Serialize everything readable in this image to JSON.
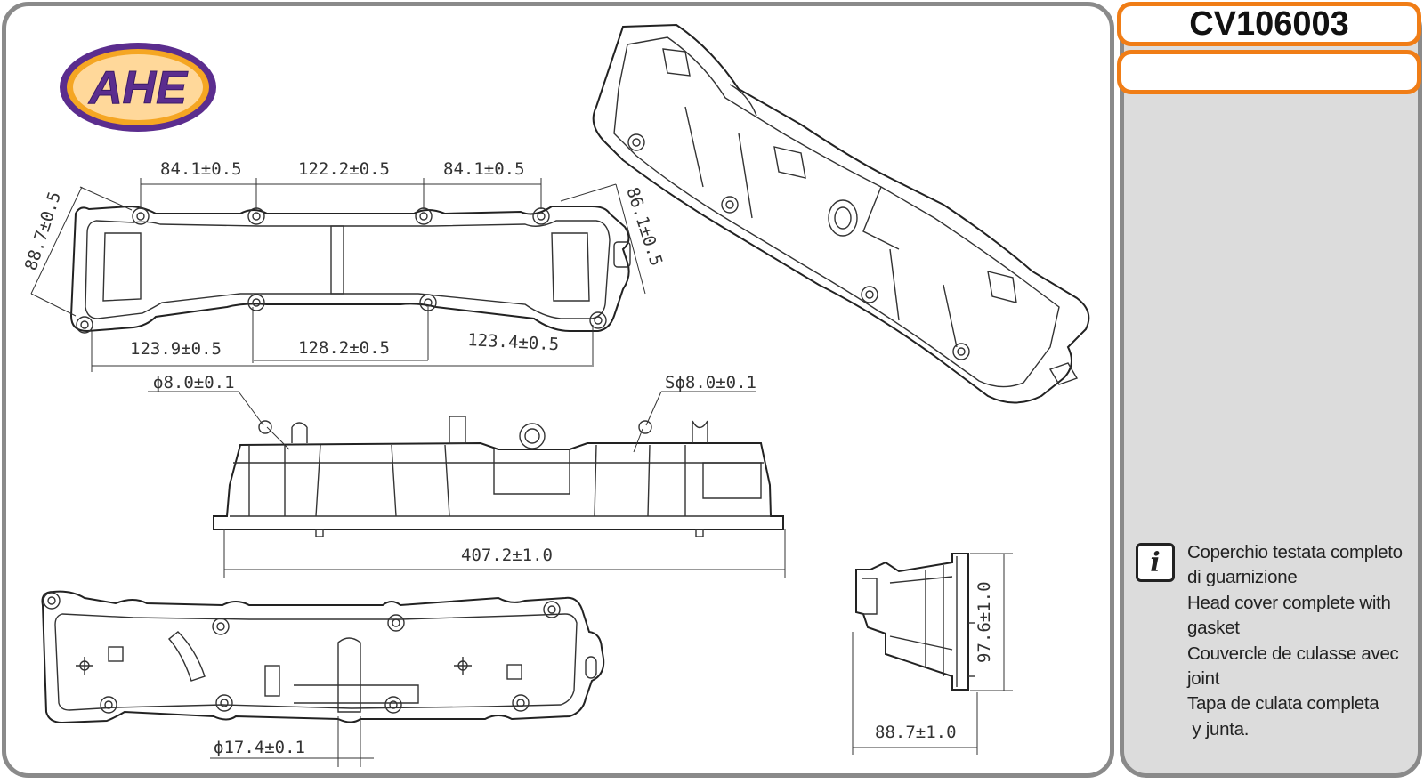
{
  "brand": {
    "logo_text": "AHE",
    "colors": {
      "logo_fill": "#5b2d8e",
      "logo_ring": "#f5a623",
      "accent_orange": "#f07d16",
      "panel_border": "#8a8a8a",
      "side_bg": "#dcdcdc"
    }
  },
  "product": {
    "code": "CV106003",
    "secondary_code": ""
  },
  "description": {
    "icon": "info-icon",
    "icon_glyph": "i",
    "lines": [
      "Coperchio testata completo",
      "di guarnizione",
      "Head cover complete with",
      "gasket",
      "Couvercle de culasse avec",
      "joint",
      "Tapa de culata completa",
      " y junta."
    ]
  },
  "dimensions": {
    "top_view": {
      "top_left_span": "84.1±0.5",
      "top_middle_span": "122.2±0.5",
      "top_right_span": "84.1±0.5",
      "left_side": "88.7±0.5",
      "right_side": "86.1±0.5",
      "bottom_left_span": "123.9±0.5",
      "bottom_middle_span": "128.2±0.5",
      "bottom_right_span": "123.4±0.5"
    },
    "side_view": {
      "left_hole": "ϕ8.0±0.1",
      "right_hole": "Sϕ8.0±0.1",
      "overall_length": "407.2±1.0"
    },
    "bottom_view": {
      "port_diameter": "ϕ17.4±0.1"
    },
    "end_view": {
      "height": "97.6±1.0",
      "width": "88.7±1.0"
    }
  }
}
